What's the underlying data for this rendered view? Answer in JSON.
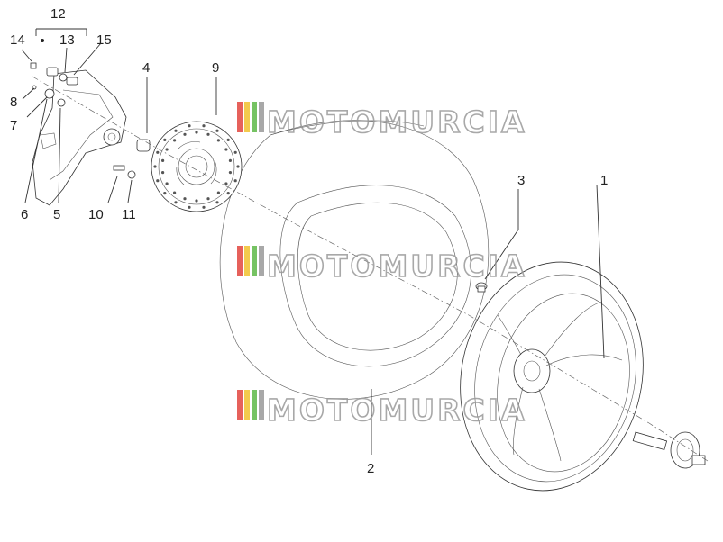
{
  "watermark": {
    "text": "MOTOMURCIA",
    "logo_colors": [
      "#e2463f",
      "#f2c12e",
      "#5fb948",
      "#9a9a9a"
    ]
  },
  "callouts": {
    "c1": "1",
    "c2": "2",
    "c3": "3",
    "c4": "4",
    "c5": "5",
    "c6": "6",
    "c7": "7",
    "c8": "8",
    "c9": "9",
    "c10": "10",
    "c11": "11",
    "c12": "12",
    "c13": "13",
    "c14": "14",
    "c15": "15"
  },
  "icons": {
    "swingarm": "swingarm-bracket-icon",
    "disc": "brake-disc-icon",
    "tyre": "tyre-icon",
    "rim": "wheel-rim-icon",
    "valve": "tyre-valve-icon",
    "axle": "wheel-axle-icon"
  }
}
